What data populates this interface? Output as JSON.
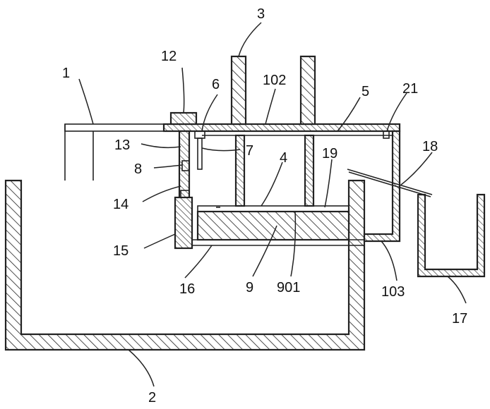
{
  "diagram": {
    "labels": {
      "l1": "1",
      "l2": "2",
      "l3": "3",
      "l4": "4",
      "l5": "5",
      "l6": "6",
      "l7": "7",
      "l8": "8",
      "l9": "9",
      "l12": "12",
      "l13": "13",
      "l14": "14",
      "l15": "15",
      "l16": "16",
      "l17": "17",
      "l18": "18",
      "l19": "19",
      "l21": "21",
      "l102": "102",
      "l103": "103",
      "l901": "901"
    }
  }
}
